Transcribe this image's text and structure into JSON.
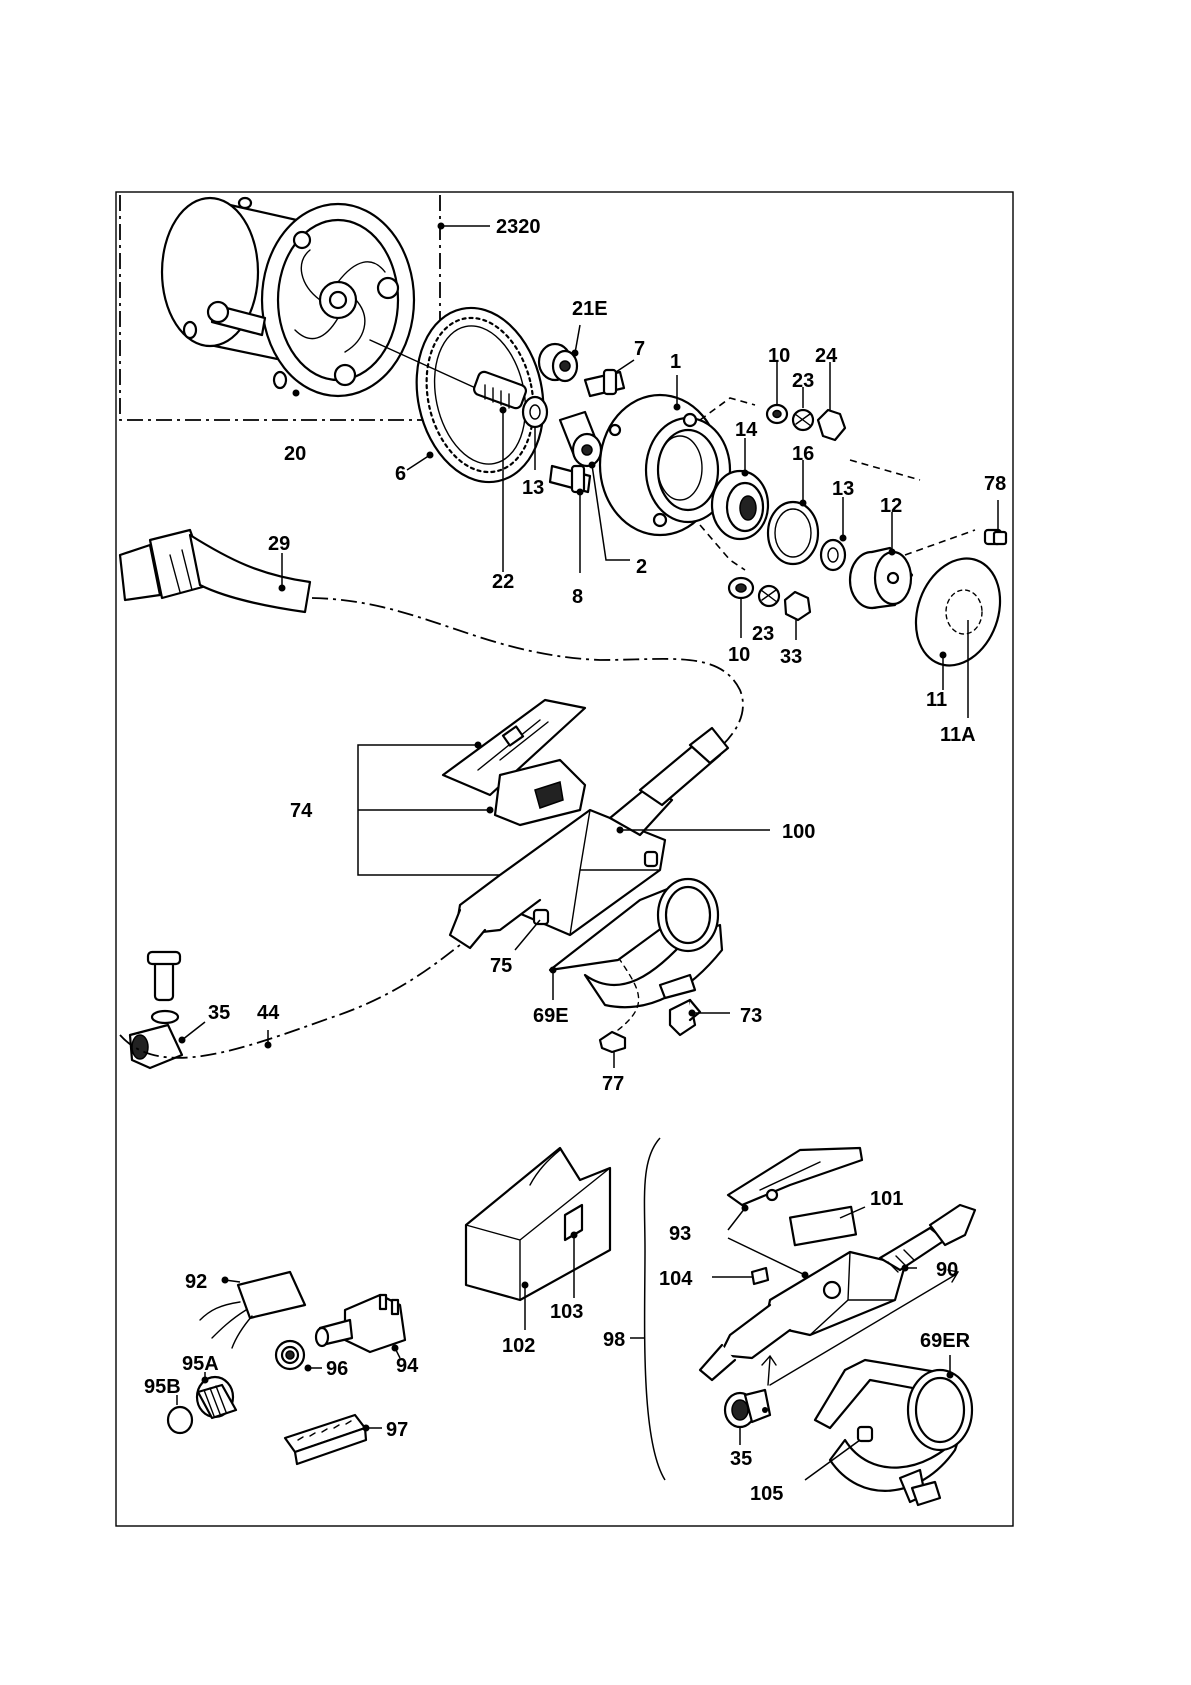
{
  "callouts": [
    {
      "id": "c2320",
      "text": "2320"
    },
    {
      "id": "c21E",
      "text": "21E"
    },
    {
      "id": "c7",
      "text": "7"
    },
    {
      "id": "c1",
      "text": "1"
    },
    {
      "id": "c10a",
      "text": "10"
    },
    {
      "id": "c24",
      "text": "24"
    },
    {
      "id": "c23a",
      "text": "23"
    },
    {
      "id": "c14",
      "text": "14"
    },
    {
      "id": "c16",
      "text": "16"
    },
    {
      "id": "c13b",
      "text": "13"
    },
    {
      "id": "c78",
      "text": "78"
    },
    {
      "id": "c12",
      "text": "12"
    },
    {
      "id": "c20",
      "text": "20"
    },
    {
      "id": "c6",
      "text": "6"
    },
    {
      "id": "c13a",
      "text": "13"
    },
    {
      "id": "c22",
      "text": "22"
    },
    {
      "id": "c8",
      "text": "8"
    },
    {
      "id": "c2",
      "text": "2"
    },
    {
      "id": "c29",
      "text": "29"
    },
    {
      "id": "c10b",
      "text": "10"
    },
    {
      "id": "c23b",
      "text": "23"
    },
    {
      "id": "c33",
      "text": "33"
    },
    {
      "id": "c11",
      "text": "11"
    },
    {
      "id": "c11A",
      "text": "11A"
    },
    {
      "id": "c74",
      "text": "74"
    },
    {
      "id": "c100",
      "text": "100"
    },
    {
      "id": "c75",
      "text": "75"
    },
    {
      "id": "c35a",
      "text": "35"
    },
    {
      "id": "c44",
      "text": "44"
    },
    {
      "id": "c69E",
      "text": "69E"
    },
    {
      "id": "c73",
      "text": "73"
    },
    {
      "id": "c77",
      "text": "77"
    },
    {
      "id": "c101",
      "text": "101"
    },
    {
      "id": "c93",
      "text": "93"
    },
    {
      "id": "c104",
      "text": "104"
    },
    {
      "id": "c90",
      "text": "90"
    },
    {
      "id": "c92",
      "text": "92"
    },
    {
      "id": "c103",
      "text": "103"
    },
    {
      "id": "c98",
      "text": "98"
    },
    {
      "id": "c102",
      "text": "102"
    },
    {
      "id": "c69ER",
      "text": "69ER"
    },
    {
      "id": "c94",
      "text": "94"
    },
    {
      "id": "c96",
      "text": "96"
    },
    {
      "id": "c95A",
      "text": "95A"
    },
    {
      "id": "c95B",
      "text": "95B"
    },
    {
      "id": "c97",
      "text": "97"
    },
    {
      "id": "c35b",
      "text": "35"
    },
    {
      "id": "c105",
      "text": "105"
    }
  ]
}
